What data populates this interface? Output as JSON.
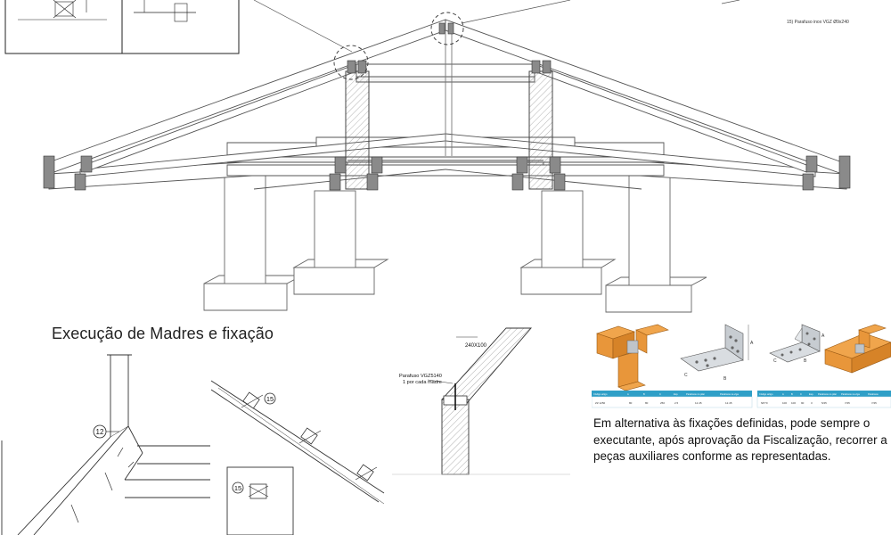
{
  "title": "Execução de Madres e fixação",
  "alternative_note": "Em alternativa às fixações definidas, pode sempre o executante, após aprovação da Fiscalização, recorrer a peças auxiliares conforme as representadas.",
  "callouts": {
    "top_right": "15) Parafuso inox VGZ Ø9x240",
    "section_size": "240X100",
    "screw_line1": "Parafuso VGZ5140",
    "screw_line2": "1 por cada madre",
    "bubble_12": "12",
    "bubble_15a": "15",
    "bubble_15b": "15"
  },
  "brackets": [
    {
      "table_columns": [
        "Código artigo",
        "A",
        "B",
        "C",
        "Esp.",
        "Parafusos no pilar",
        "Parafusos na viga"
      ],
      "table_row": [
        "ZZ 1250",
        "80",
        "80",
        "250",
        "2.5",
        "12.45",
        "12.45"
      ],
      "dimension_labels": [
        "A",
        "B",
        "C"
      ]
    },
    {
      "table_columns": [
        "Código artigo",
        "A",
        "B",
        "C",
        "Esp.",
        "Parafusos no pilar",
        "Parafusos na viga",
        "Parafusos"
      ],
      "table_row": [
        "NP70",
        "100",
        "100",
        "90",
        "3",
        "5/45",
        "7/45",
        "7/45"
      ],
      "dimension_labels": [
        "A",
        "B",
        "C"
      ]
    }
  ],
  "colors": {
    "line": "#444444",
    "concrete_fill": "#f2f2f2",
    "steel_plate": "#8a8a8a",
    "timber": "#e8963a",
    "table_header": "#2f9fc7"
  }
}
